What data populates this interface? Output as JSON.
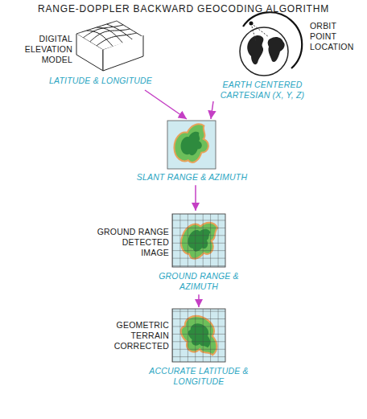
{
  "diagram": {
    "title": "RANGE-DOPPLER BACKWARD GEOCODING ALGORITHM",
    "nodes": [
      {
        "text": [
          "DIGITAL ELEVATION MODEL",
          "LATITUDE & LONGITUDE"
        ]
      },
      {
        "text": [
          "ORBIT POINT LOCATION",
          "EARTH CENTERED CARTESIAN (X, Y, Z)"
        ]
      },
      {
        "text": [
          "SLANT RANGE & AZIMUTH"
        ]
      },
      {
        "text": [
          "GROUND RANGE DETECTED IMAGE",
          "GROUND RANGE & AZIMUTH"
        ]
      },
      {
        "text": [
          "GEOMETRIC TERRAIN CORRECTED",
          "ACCURATE LATITUDE & LONGITUDE"
        ]
      }
    ],
    "edges": [
      {
        "from": 0,
        "to": 2,
        "arrow": "to"
      },
      {
        "from": 1,
        "to": 2,
        "arrow": "to"
      },
      {
        "from": 2,
        "to": 3,
        "arrow": "to"
      },
      {
        "from": 3,
        "to": 4,
        "arrow": "to"
      }
    ]
  }
}
